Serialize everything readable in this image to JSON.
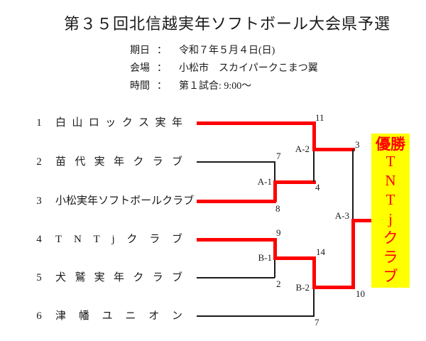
{
  "title": "第３５回北信越実年ソフトボール大会県予選",
  "info": [
    {
      "label": "期日",
      "separator": "：",
      "value": "令和７年５月４日(日)"
    },
    {
      "label": "会場",
      "separator": "：",
      "value": "小松市　スカイパークこまつ翼"
    },
    {
      "label": "時間",
      "separator": "：",
      "value": "第１試合: 9:00～"
    }
  ],
  "teams": [
    {
      "seed": "1",
      "name": "白山ロックス実年"
    },
    {
      "seed": "2",
      "name": "苗代実年クラブ"
    },
    {
      "seed": "3",
      "name": "小松実年ソフトボールクラブ"
    },
    {
      "seed": "4",
      "name": "TNTjクラブ"
    },
    {
      "seed": "5",
      "name": "犬鷲実年クラブ"
    },
    {
      "seed": "6",
      "name": "津幡ユニオン"
    }
  ],
  "matches": {
    "a1": {
      "label": "A-1",
      "top_score": "7",
      "bottom_score": "8"
    },
    "a2": {
      "label": "A-2",
      "top_score": "11",
      "bottom_score": "4",
      "winner_score": "3"
    },
    "a3": {
      "label": "A-3"
    },
    "b1": {
      "label": "B-1",
      "top_score": "9",
      "bottom_score": "2"
    },
    "b2": {
      "label": "B-2",
      "top_score": "14",
      "bottom_score": "7",
      "winner_score": "10"
    }
  },
  "winner": {
    "caption": "優勝",
    "name": "TNTjクラブ"
  },
  "colors": {
    "win_path": "#ff0000",
    "line": "#1a1a1a",
    "winner_bg": "#ffff00",
    "winner_text": "#ff0000"
  }
}
